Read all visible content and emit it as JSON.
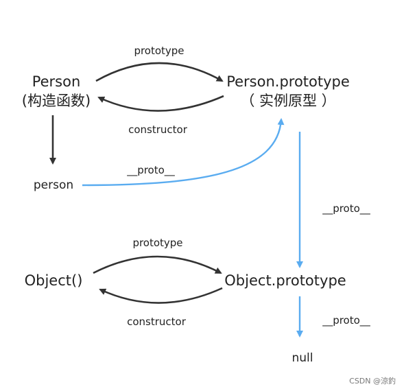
{
  "nodes": {
    "person_constructor": {
      "name": "Person",
      "note": "(构造函数)"
    },
    "person_prototype": {
      "name": "Person.prototype",
      "note": "（ 实例原型 ）"
    },
    "person_instance": {
      "name": "person"
    },
    "object_constructor": {
      "name": "Object()"
    },
    "object_prototype": {
      "name": "Object.prototype"
    },
    "null_value": {
      "name": "null"
    }
  },
  "edges": {
    "person_prototype_link": "prototype",
    "person_constructor_link": "constructor",
    "person_instance_proto": "__proto__",
    "person_prototype_proto": "__proto__",
    "object_prototype_link": "prototype",
    "object_constructor_link": "constructor",
    "object_prototype_proto": "__proto__"
  },
  "colors": {
    "dark_arrow": "#333333",
    "proto_arrow": "#5aacf0"
  },
  "watermark": "CSDN @涼釣"
}
